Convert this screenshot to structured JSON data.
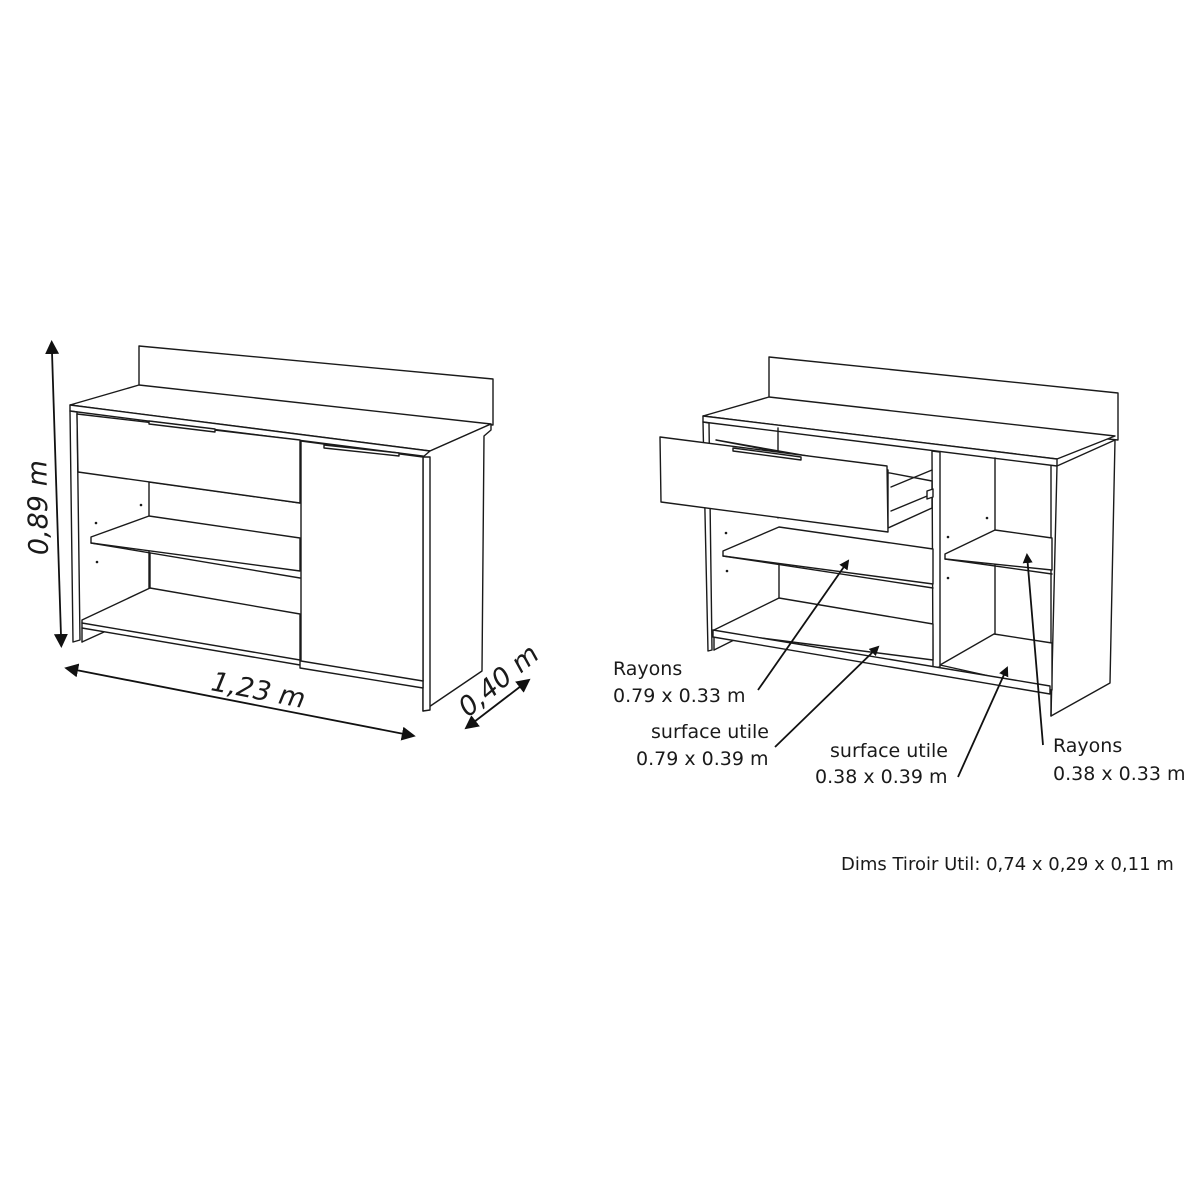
{
  "left_view": {
    "height_label": "0,89 m",
    "width_label": "1,23 m",
    "depth_label": "0,40 m"
  },
  "right_view": {
    "callouts": [
      {
        "title": "Rayons",
        "value": "0.79 x 0.33 m"
      },
      {
        "title": "surface utile",
        "value": "0.79 x 0.39 m"
      },
      {
        "title": "surface utile",
        "value": "0.38 x 0.39 m"
      },
      {
        "title": "Rayons",
        "value": "0.38 x 0.33 m"
      }
    ]
  },
  "footer": {
    "drawer_dims": "Dims Tiroir Util: 0,74 x 0,29 x 0,11 m"
  }
}
